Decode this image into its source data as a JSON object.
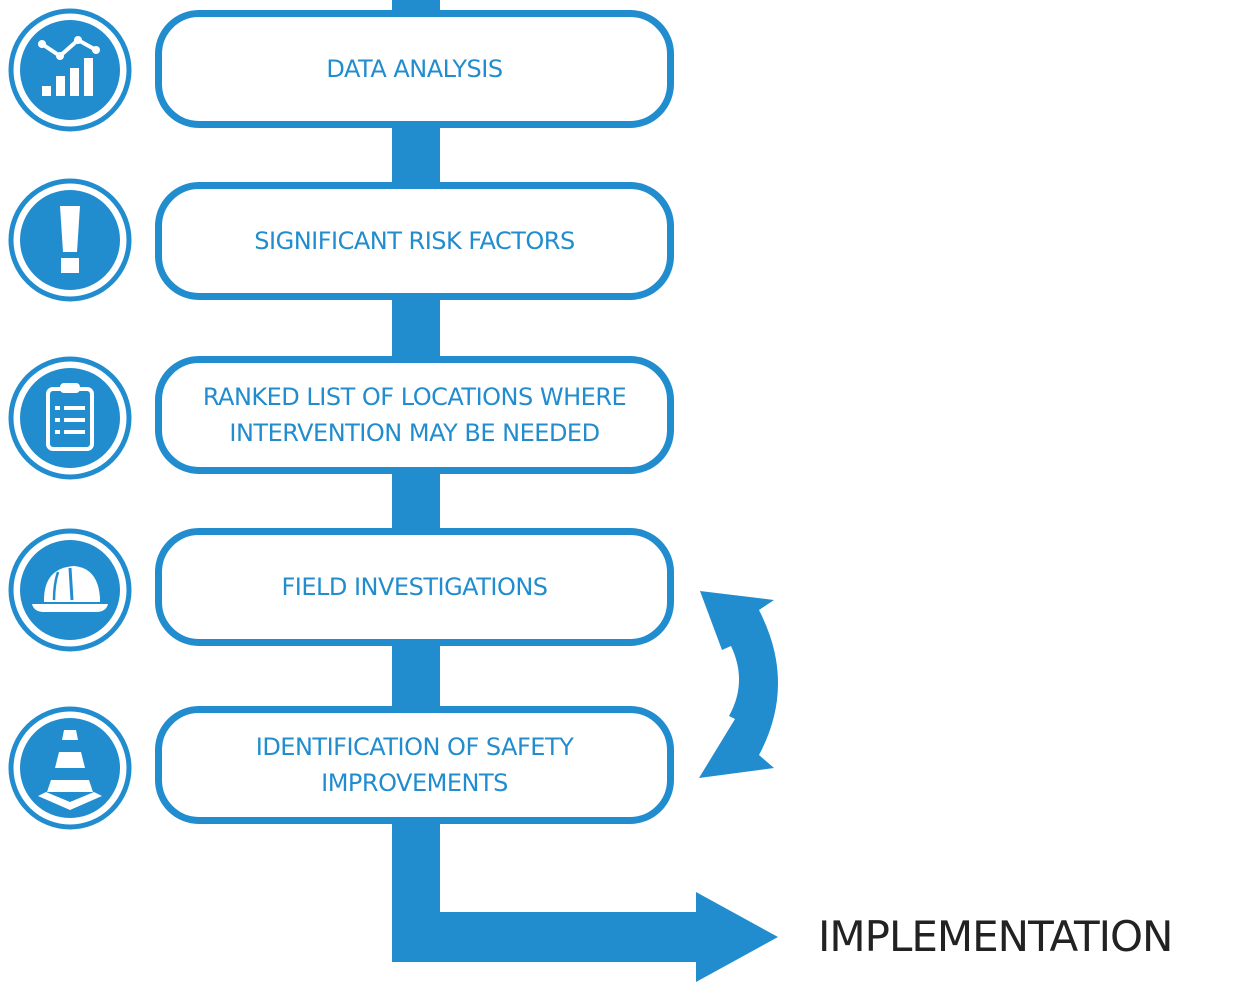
{
  "colors": {
    "accent": "#218cce",
    "icon_fill": "#218cce",
    "box_fill": "#ffffff",
    "end_text": "#222222"
  },
  "steps": [
    {
      "label": "DATA ANALYSIS",
      "icon": "bar-chart-trend-icon"
    },
    {
      "label": "SIGNIFICANT RISK FACTORS",
      "icon": "exclamation-icon"
    },
    {
      "label": "RANKED LIST OF LOCATIONS WHERE\nINTERVENTION MAY BE NEEDED",
      "icon": "clipboard-list-icon"
    },
    {
      "label": "FIELD INVESTIGATIONS",
      "icon": "hard-hat-icon"
    },
    {
      "label": "IDENTIFICATION OF SAFETY\nIMPROVEMENTS",
      "icon": "traffic-cone-icon"
    }
  ],
  "loop_arrow_icon": "cycle-arrow-icon",
  "end": {
    "label": "IMPLEMENTATION"
  }
}
